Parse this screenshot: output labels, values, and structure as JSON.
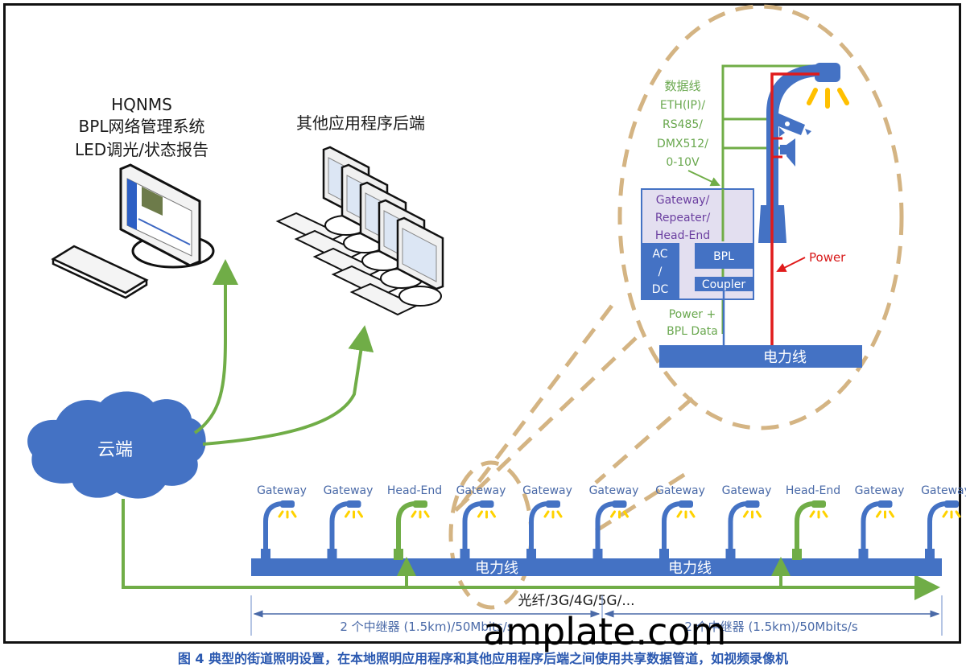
{
  "colors": {
    "blue": "#4472c4",
    "green": "#70ad47",
    "red": "#e01b1b",
    "tan": "#d4b483",
    "yellow": "#ffd200",
    "lavender": "#e3dff0",
    "caption": "#2a58b0"
  },
  "nms": {
    "title": "HQNMS",
    "line2": "BPL网络管理系统",
    "line3": "LED调光/状态报告"
  },
  "backend": {
    "title": "其他应用程序后端"
  },
  "cloud": {
    "label": "云端"
  },
  "detail": {
    "dataline_title": "数据线",
    "dataline_items": [
      "ETH(IP)/",
      "RS485/",
      "DMX512/",
      "0-10V"
    ],
    "gateway_lines": [
      "Gateway/",
      "Repeater/",
      "Head-End"
    ],
    "acdc": [
      "AC",
      "/",
      "DC"
    ],
    "bpl": "BPL",
    "coupler": "Coupler",
    "power_bpl": [
      "Power +",
      "BPL Data"
    ],
    "power": "Power",
    "powerline": "电力线"
  },
  "street": {
    "poles": [
      {
        "label": "Gateway",
        "type": "gateway"
      },
      {
        "label": "Gateway",
        "type": "gateway"
      },
      {
        "label": "Head-End",
        "type": "headend"
      },
      {
        "label": "Gateway",
        "type": "gateway"
      },
      {
        "label": "Gateway",
        "type": "gateway"
      },
      {
        "label": "Gateway",
        "type": "gateway"
      },
      {
        "label": "Gateway",
        "type": "gateway"
      },
      {
        "label": "Gateway",
        "type": "gateway"
      },
      {
        "label": "Head-End",
        "type": "headend"
      },
      {
        "label": "Gateway",
        "type": "gateway"
      },
      {
        "label": "Gateway",
        "type": "gateway"
      }
    ],
    "powerline_left": "电力线",
    "powerline_right": "电力线",
    "backhaul": "光纤/3G/4G/5G/...",
    "segment_left": "2 个中继器 (1.5km)/50Mbits/s",
    "segment_right": "2 个中继器 (1.5km)/50Mbits/s"
  },
  "watermark": "amplate.com",
  "caption": "图 4   典型的街道照明设置，在本地照明应用程序和其他应用程序后端之间使用共享数据管道，如视频录像机"
}
